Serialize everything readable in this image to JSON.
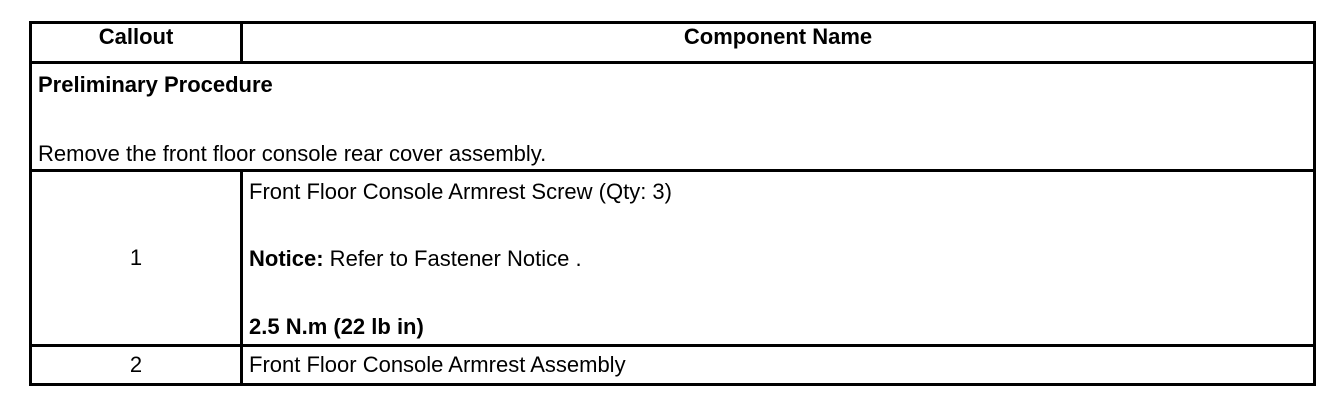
{
  "table": {
    "headers": {
      "callout": "Callout",
      "component": "Component Name"
    },
    "preliminary": {
      "title": "Preliminary Procedure",
      "text": "Remove the front floor console rear cover assembly."
    },
    "rows": [
      {
        "callout": "1",
        "name": "Front Floor Console Armrest Screw (Qty: 3)",
        "notice_label": "Notice:",
        "notice_text": " Refer to Fastener Notice .",
        "torque": "2.5 N.m (22 lb in)"
      },
      {
        "callout": "2",
        "name": "Front Floor Console Armrest Assembly"
      }
    ]
  }
}
